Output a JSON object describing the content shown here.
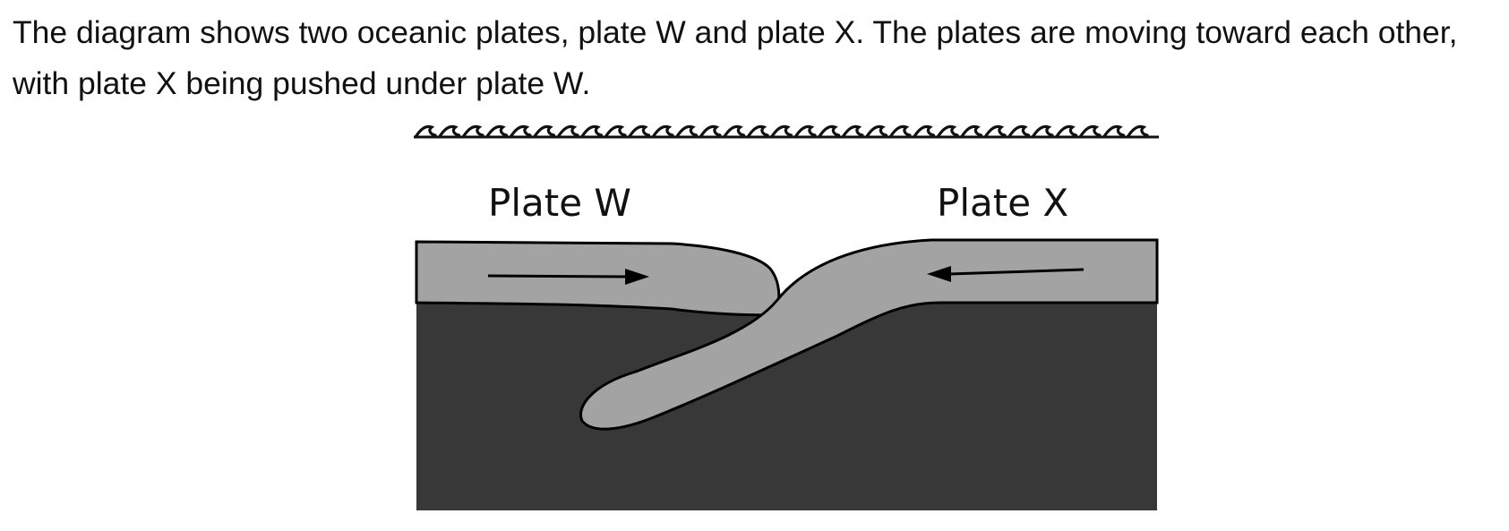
{
  "question": {
    "text": "The diagram shows two oceanic plates, plate W and plate X. The plates are moving toward each other, with plate X being pushed under plate W."
  },
  "diagram": {
    "labels": {
      "plate_w": "Plate W",
      "plate_x": "Plate X"
    },
    "colors": {
      "mantle": "#383838",
      "plate": "#a3a3a3",
      "outline": "#000000",
      "water_surface": "#111111"
    },
    "plate_motion": {
      "plate_w": "right",
      "plate_x": "left"
    }
  }
}
